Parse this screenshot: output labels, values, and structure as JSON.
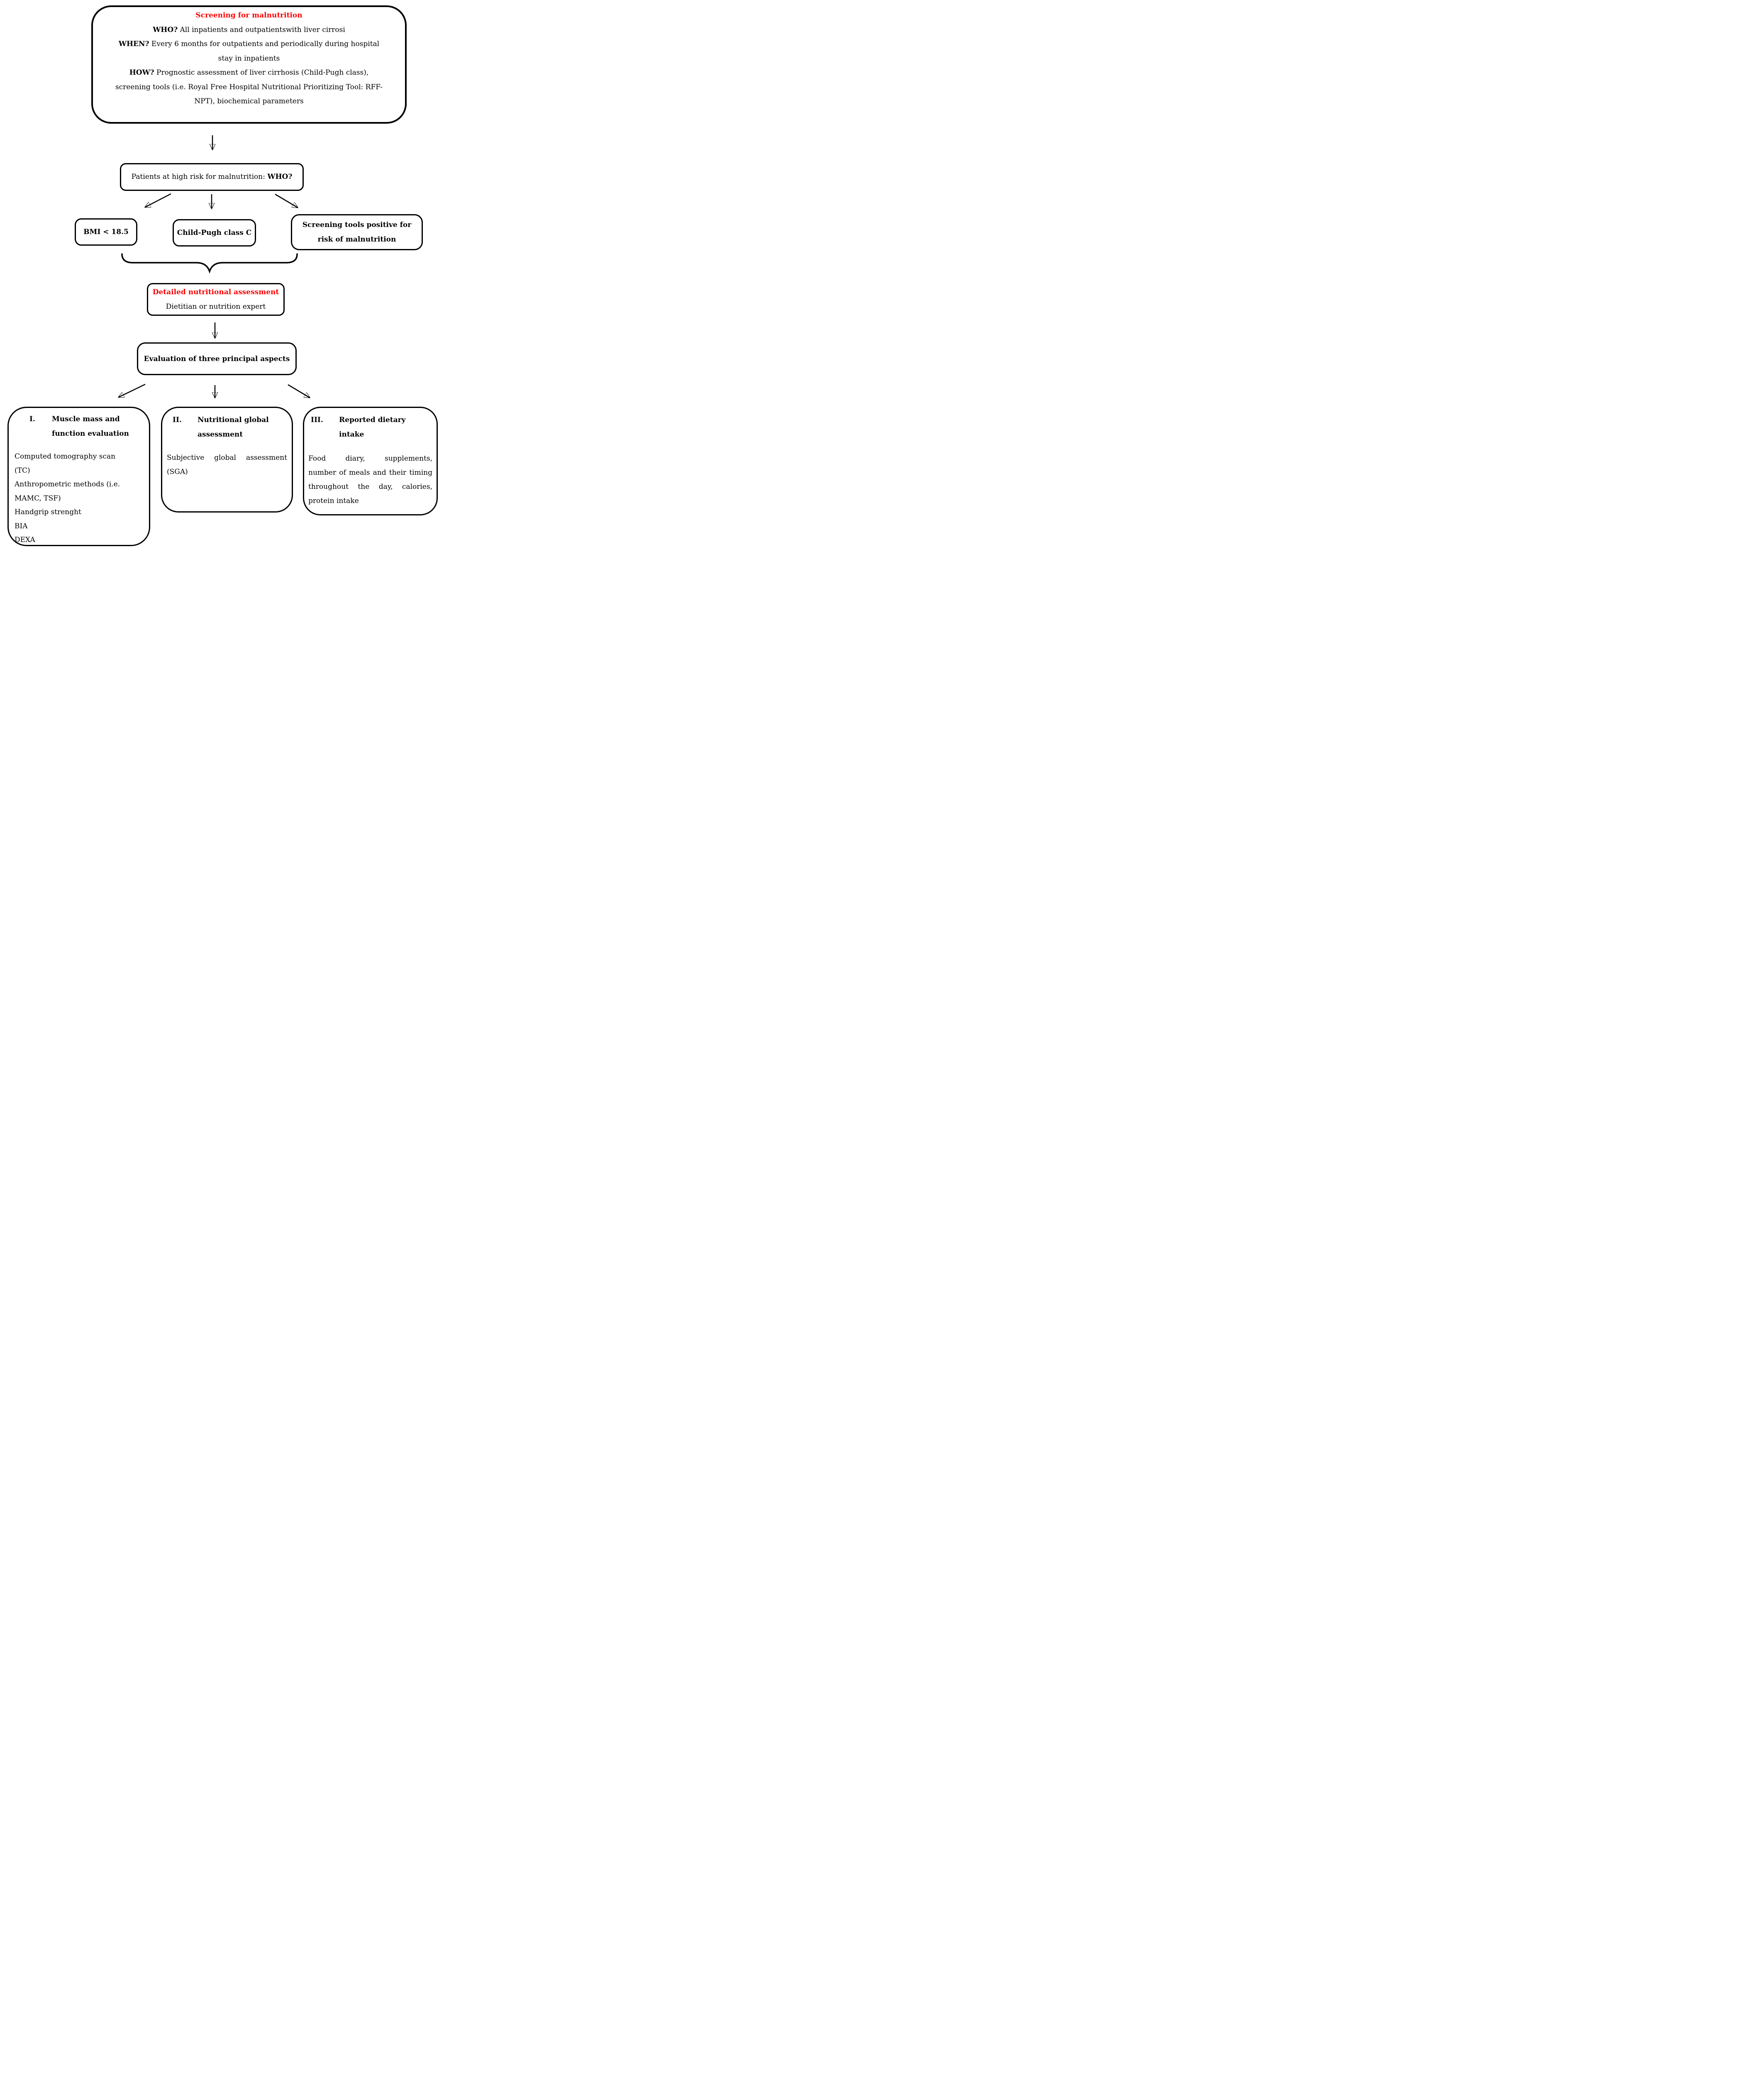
{
  "colors": {
    "ink": "#000000",
    "accent_red": "#ff0000",
    "background": "#ffffff"
  },
  "screening_box": {
    "title": "Screening for malnutrition",
    "lines": [
      {
        "b": "WHO?",
        "t": " All inpatients and outpatientswith liver cirrosi"
      },
      {
        "b": "WHEN?",
        "t": " Every 6 months for outpatients and periodically during hospital"
      },
      {
        "b": "",
        "t": "stay in inpatients"
      },
      {
        "b": "HOW?",
        "t": " Prognostic assessment of liver cirrhosis (Child-Pugh class),"
      },
      {
        "b": "",
        "t": "screening tools (i.e. Royal Free Hospital Nutritional Prioritizing Tool: RFF-"
      },
      {
        "b": "",
        "t": "NPT), biochemical parameters"
      }
    ]
  },
  "high_risk_box": {
    "t": "Patients at high risk for malnutrition: ",
    "b": "WHO?"
  },
  "criteria_boxes": {
    "bmi": "BMI < 18.5",
    "child_pugh": "Child-Pugh class C",
    "screening_tools_lines": [
      "Screening tools positive for",
      "risk of malnutrition"
    ]
  },
  "assessment_box": {
    "title": "Detailed nutritional assessment",
    "subtitle": "Dietitian or nutrition expert"
  },
  "evaluation_box": {
    "title": "Evaluation of three principal aspects"
  },
  "aspect_boxes": [
    {
      "numeral": "I.",
      "title_lines": [
        "Muscle mass and",
        "function evaluation"
      ],
      "body_lines": [
        "Computed tomography scan",
        "(TC)",
        "Anthropometric methods (i.e.",
        "MAMC, TSF)",
        "Handgrip strenght",
        "BIA",
        "DEXA"
      ]
    },
    {
      "numeral": "II.",
      "title_lines": [
        "Nutritional global",
        "assessment"
      ],
      "body_lines": [
        "Subjective global assessment",
        "(SGA)"
      ]
    },
    {
      "numeral": "III.",
      "title_lines": [
        "Reported dietary intake"
      ],
      "body_lines": [
        "Food diary, supplements,",
        "number of meals and their timing",
        "throughout the day, calories,",
        "protein intake"
      ]
    }
  ]
}
